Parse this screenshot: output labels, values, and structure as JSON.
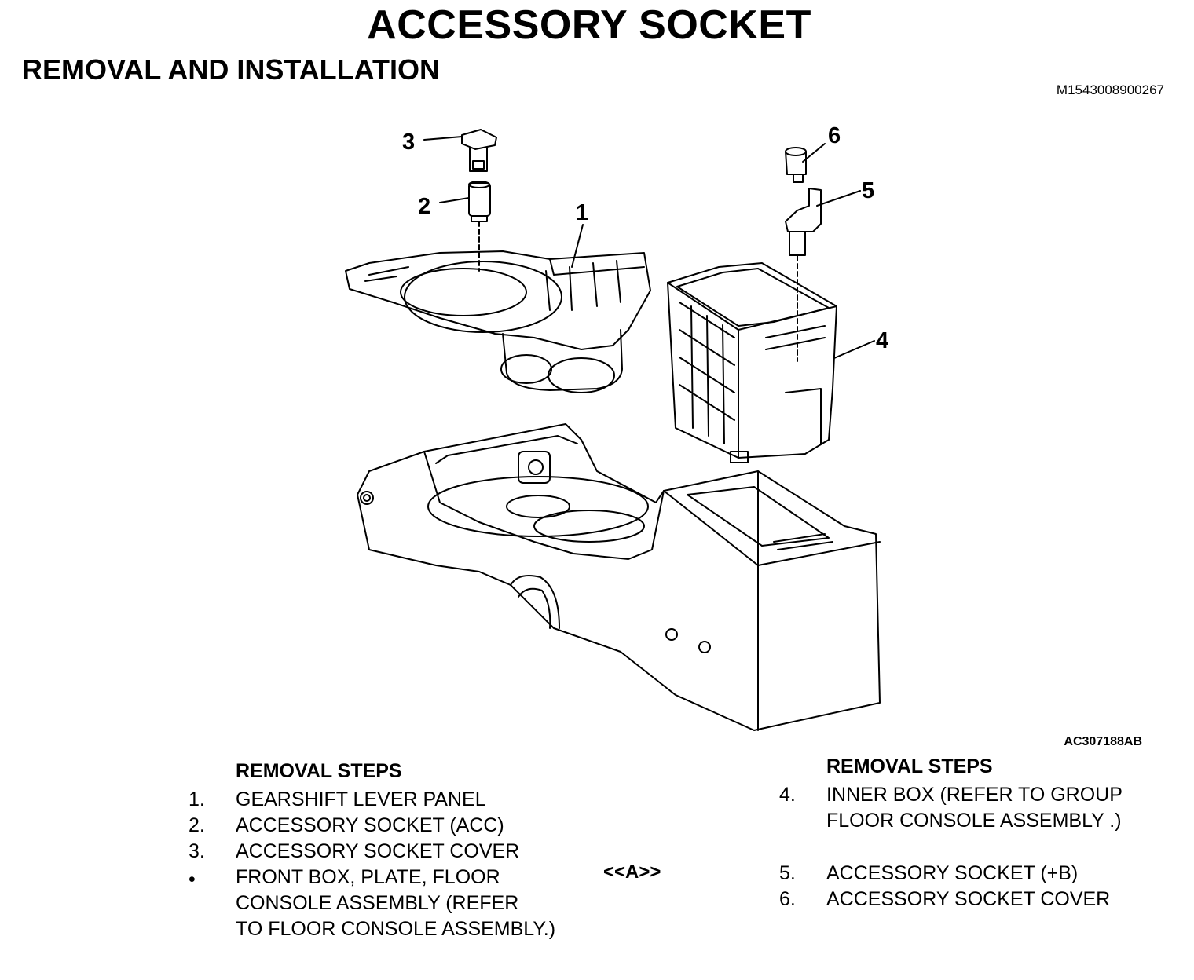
{
  "header": {
    "title": "ACCESSORY SOCKET",
    "subtitle": "REMOVAL AND INSTALLATION",
    "document_id": "M1543008900267"
  },
  "figure": {
    "figure_id": "AC307188AB",
    "callouts": [
      "1",
      "2",
      "3",
      "4",
      "5",
      "6"
    ]
  },
  "left_steps": {
    "heading": "REMOVAL STEPS",
    "items": [
      {
        "num": "1.",
        "lines": [
          "GEARSHIFT LEVER PANEL"
        ]
      },
      {
        "num": "2.",
        "lines": [
          "ACCESSORY SOCKET (ACC)"
        ]
      },
      {
        "num": "3.",
        "lines": [
          "ACCESSORY SOCKET COVER"
        ]
      },
      {
        "num": "•",
        "lines": [
          "FRONT BOX, PLATE, FLOOR",
          "CONSOLE ASSEMBLY (REFER",
          "TO  FLOOR CONSOLE ASSEMBLY.)"
        ],
        "ref": "<<A>>"
      }
    ]
  },
  "right_steps": {
    "heading": "REMOVAL STEPS",
    "items": [
      {
        "num": "4.",
        "lines": [
          "INNER BOX (REFER TO GROUP",
          "FLOOR CONSOLE  ASSEMBLY .)"
        ]
      },
      {
        "num": "5.",
        "lines": [
          "ACCESSORY SOCKET (+B)"
        ]
      },
      {
        "num": "6.",
        "lines": [
          "ACCESSORY SOCKET COVER"
        ]
      }
    ]
  }
}
